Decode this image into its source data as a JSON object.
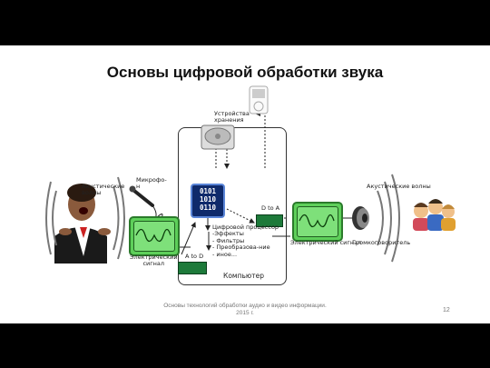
{
  "slide": {
    "title": "Основы цифровой обработки звука",
    "footer": "Основы технологий обработки аудио и видео информации. 2015 г.",
    "page_number": "12"
  },
  "diagram": {
    "labels": {
      "storage": "Устройства\nхранения",
      "mic": "Микрофо-\nн",
      "acoustic_left": "Акустические\nволны",
      "acoustic_right": "Акустические волны",
      "electric_left": "Электрический\nсигнал",
      "electric_right": "Электрический сигнал",
      "a_to_d": "A to D",
      "d_to_a": "D to A",
      "dsp": "Цифровой процессор\n-Эффекты\n- Фильтры\n- Преобразова-ние\n- иное...",
      "computer": "Компьютер",
      "speaker": "Громкоговоритель"
    },
    "cpu_digits": [
      "0101",
      "1010",
      "0110"
    ]
  }
}
